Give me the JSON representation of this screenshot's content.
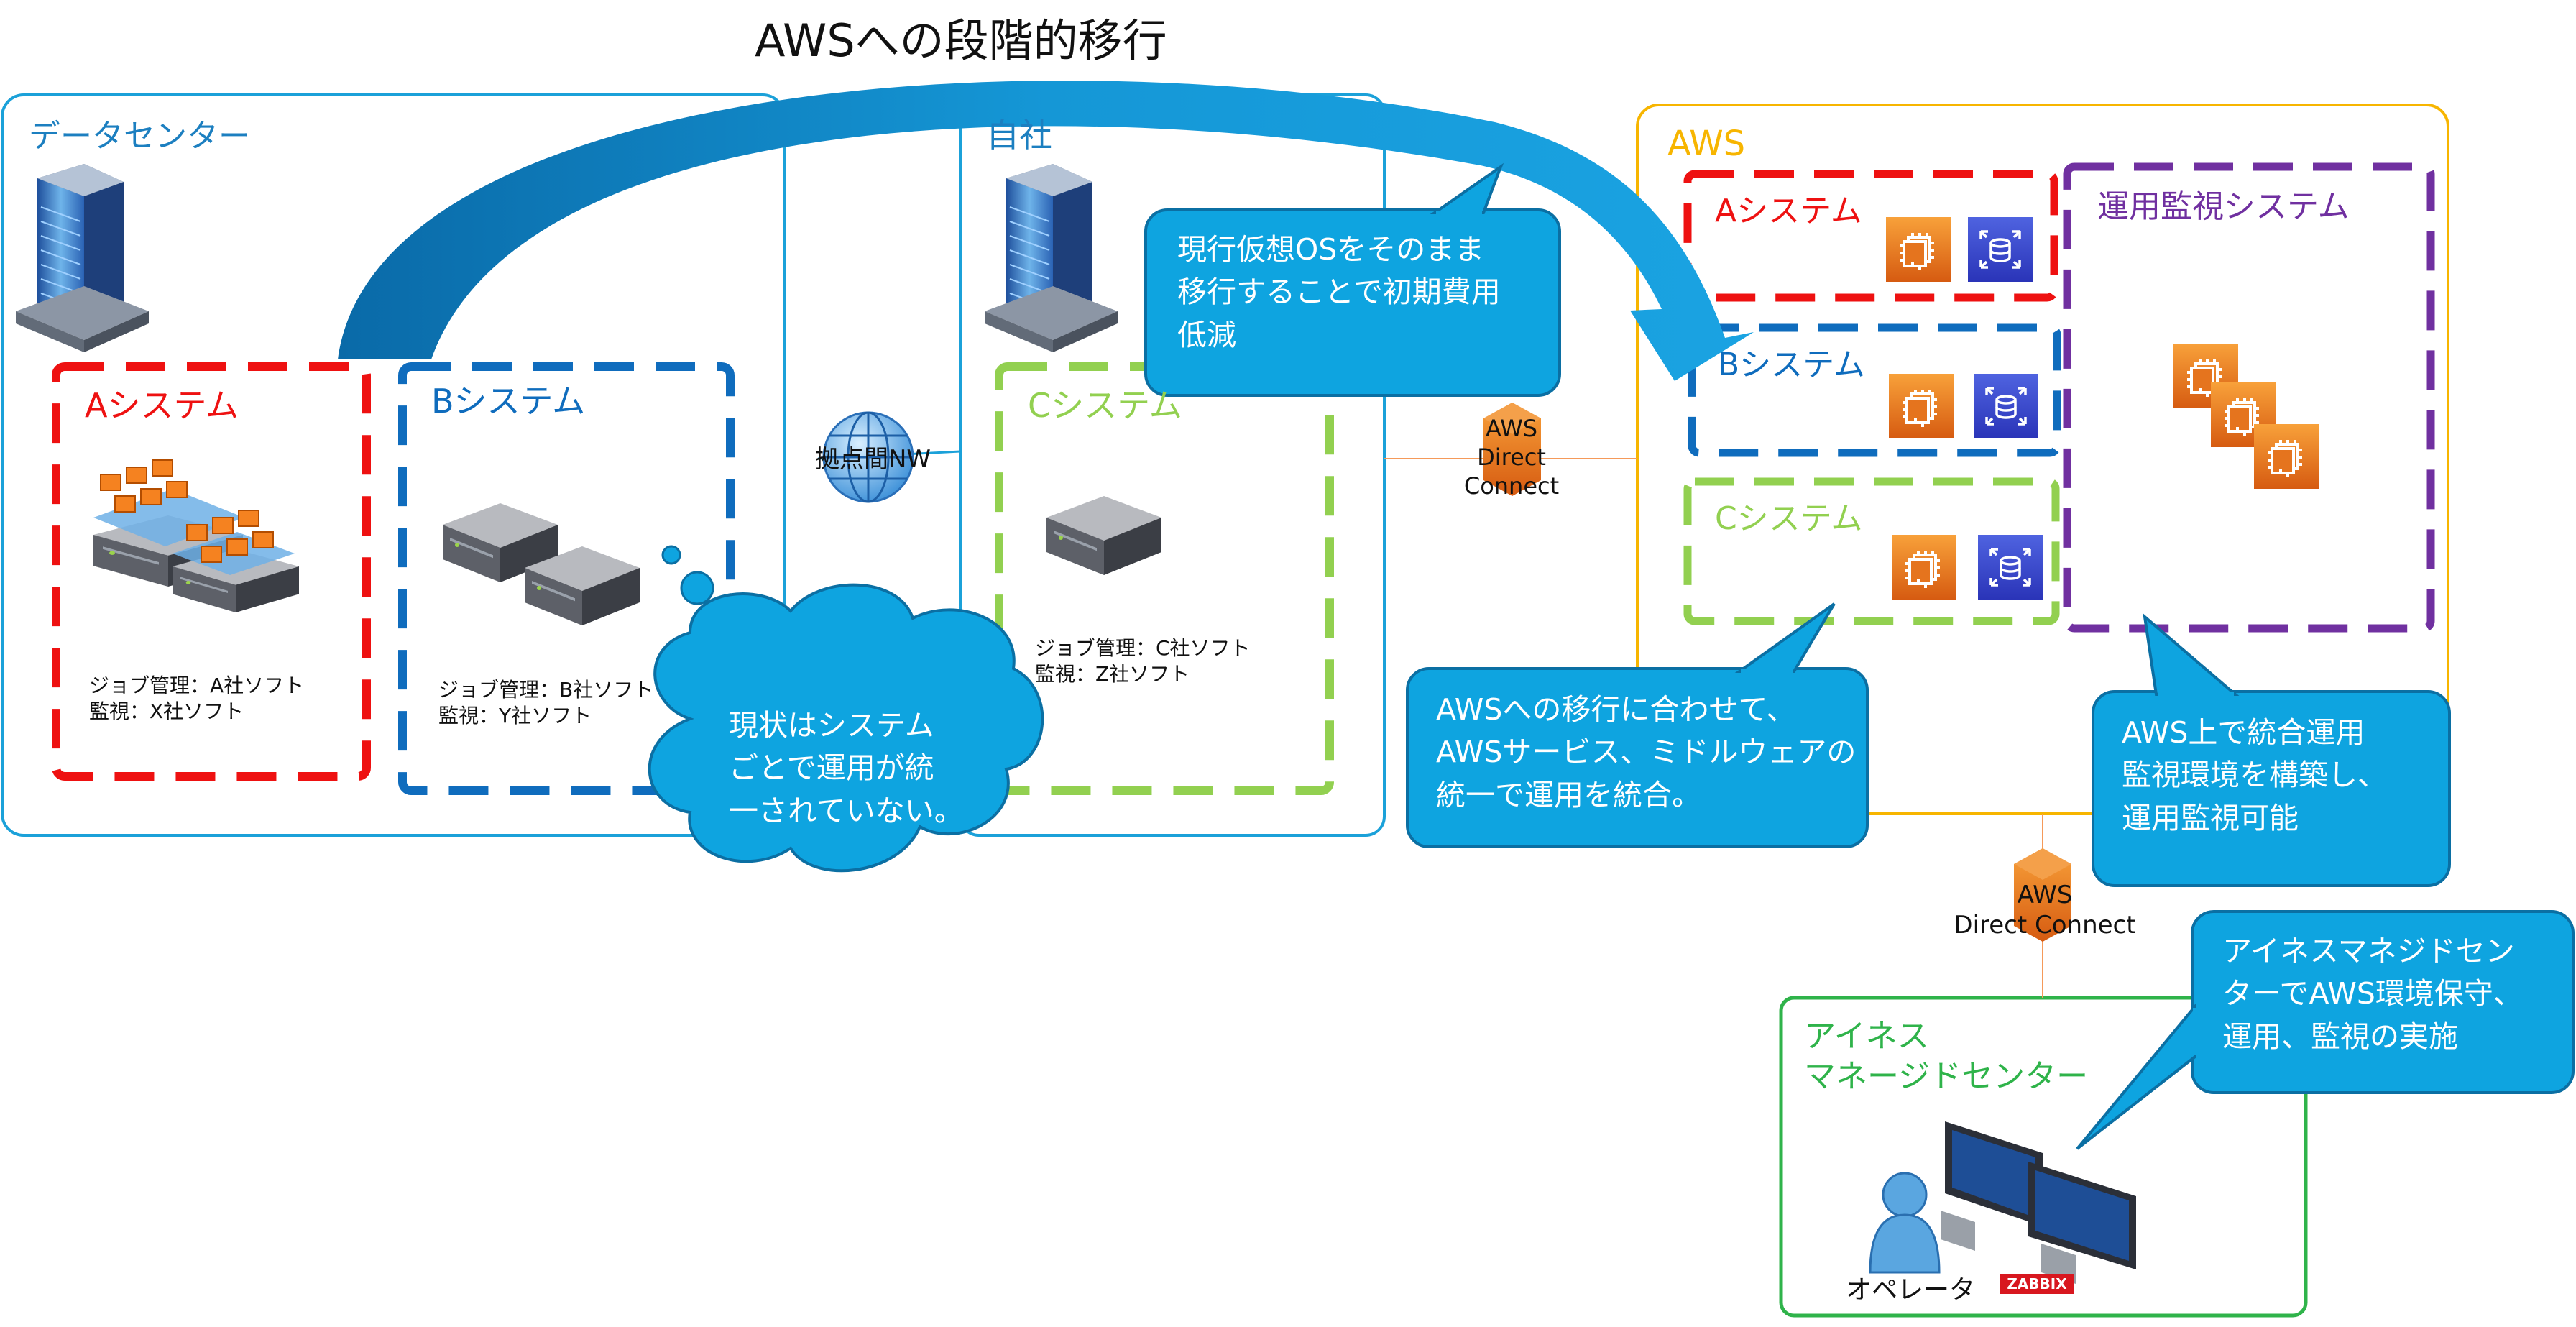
{
  "title": "AWSへの段階的移行",
  "datacenter": {
    "label": "データセンター",
    "system_a": {
      "label": "Aシステム",
      "info1": "ジョブ管理：A社ソフト",
      "info2": "監視：X社ソフト"
    },
    "system_b": {
      "label": "Bシステム",
      "info1": "ジョブ管理：B社ソフト",
      "info2": "監視：Y社ソフト"
    }
  },
  "network_label": "拠点間NW",
  "head_office": {
    "label": "自社",
    "system_c": {
      "label": "Cシステム",
      "info1": "ジョブ管理：C社ソフト",
      "info2": "監視：Z社ソフト"
    }
  },
  "aws": {
    "label": "AWS",
    "system_a": "Aシステム",
    "system_b": "Bシステム",
    "system_c": "Cシステム",
    "monitoring": "運用監視システム"
  },
  "direct_connect_1": {
    "line1": "AWS",
    "line2": "Direct",
    "line3": "Connect"
  },
  "direct_connect_2": {
    "line1": "AWS",
    "line2": "Direct Connect"
  },
  "ines_center": {
    "line1": "アイネス",
    "line2": "マネージドセンター",
    "operator": "オペレータ",
    "zabbix": "ZABBIX"
  },
  "callouts": {
    "cloud": [
      "現状はシステム",
      "ごとで運用が統",
      "一されていない。"
    ],
    "migration": [
      "現行仮想OSをそのまま",
      "移行することで初期費用",
      "低減"
    ],
    "unify": [
      "AWSへの移行に合わせて、",
      "AWSサービス、ミドルウェアの",
      "統一で運用を統合。"
    ],
    "monitor": [
      "AWS上で統合運用",
      "監視環境を構築し、",
      "運用監視可能"
    ],
    "ines": [
      "アイネスマネジドセン",
      "ターでAWS環境保守、",
      "運用、監視の実施"
    ]
  },
  "colors": {
    "container_blue": "#1ba1d9",
    "aws_orange": "#f7b500",
    "system_red": "#ee1111",
    "system_blue": "#0f6cbd",
    "system_green": "#92d050",
    "monitor_purple": "#7030a0",
    "callout_fill": "#0ea4e0",
    "ines_green": "#2fb34a"
  },
  "icons": [
    "building-icon",
    "vmware-server-cluster-icon",
    "server-icon",
    "globe-icon",
    "ec2-icon",
    "rds-icon",
    "direct-connect-icon",
    "operator-icon",
    "monitor-workstation-icon"
  ]
}
